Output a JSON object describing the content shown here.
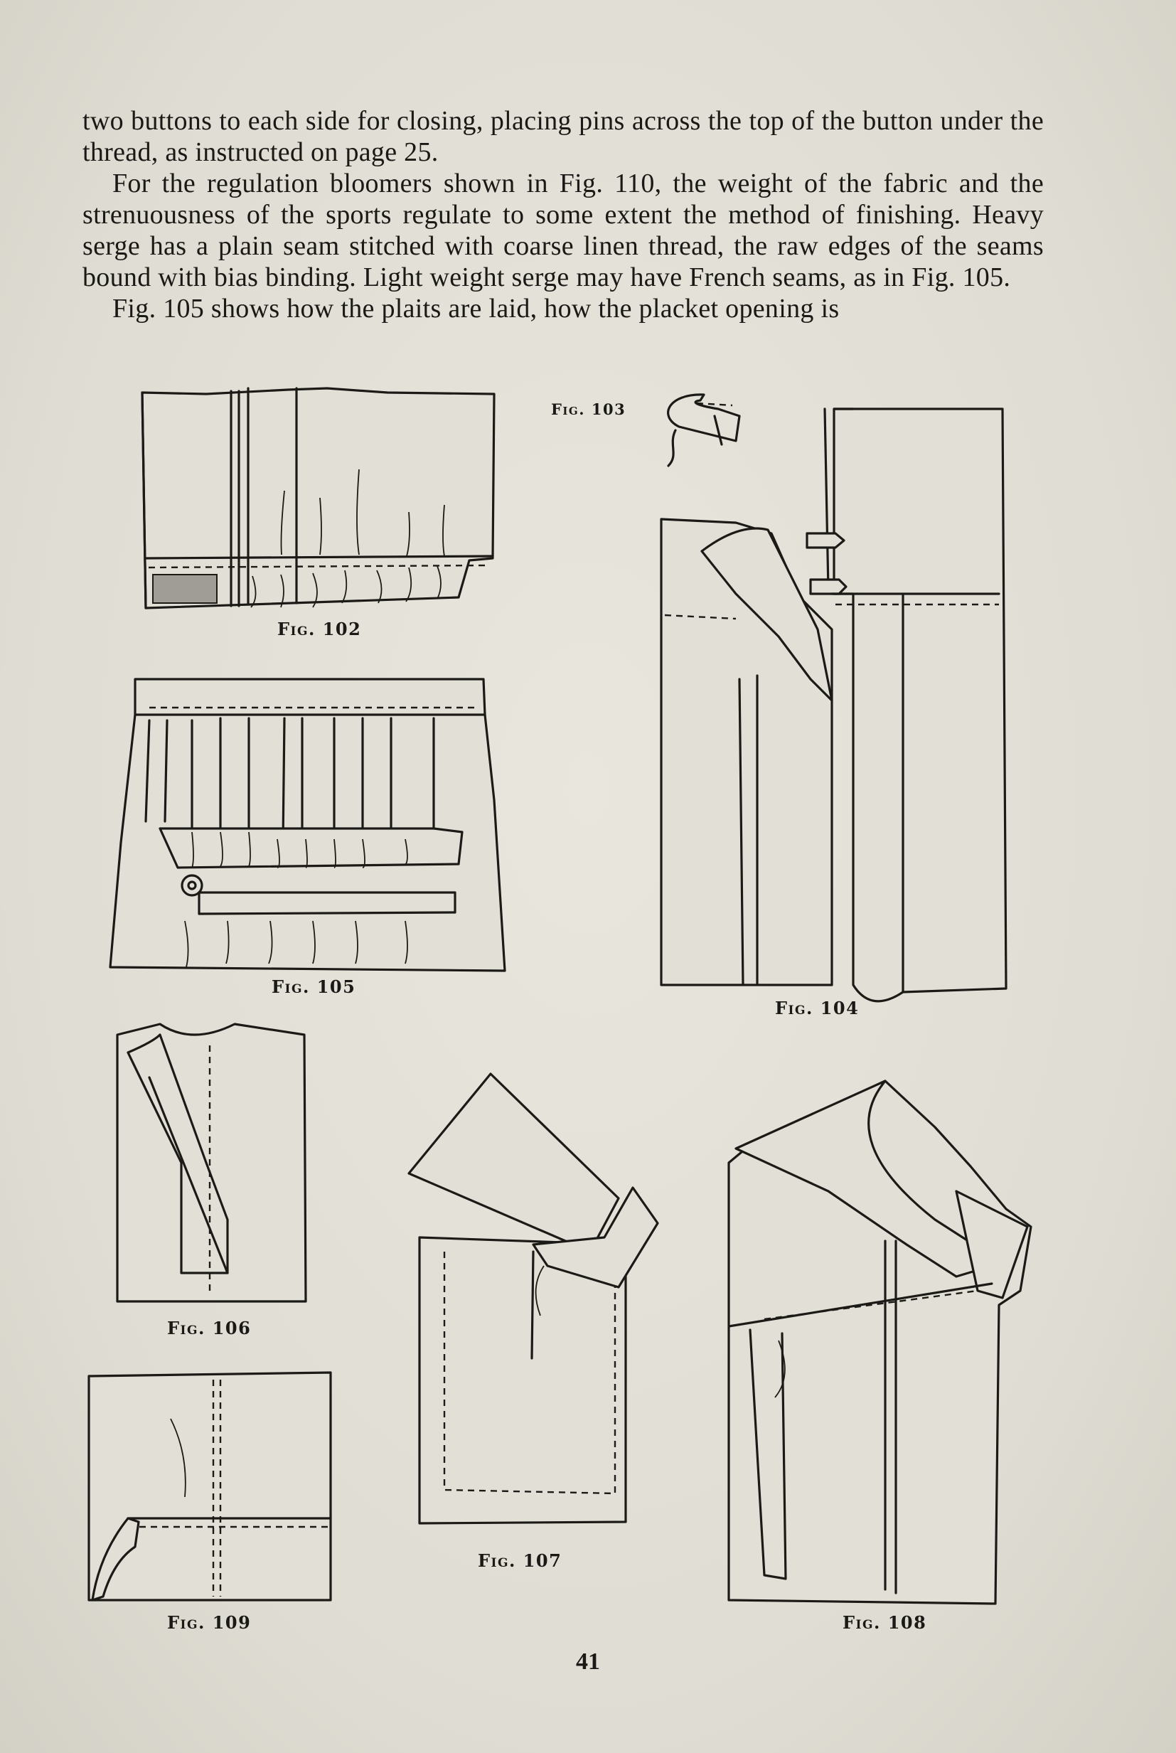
{
  "text": {
    "p1": "two buttons to each side for closing, placing pins across the top of the button under the thread, as instructed on page 25.",
    "p2": "For the regulation bloomers shown in Fig. 110, the weight of the fabric and the strenuousness of the sports regulate to some extent the method of finishing. Heavy serge has a plain seam stitched with coarse linen thread, the raw edges of the seams bound with bias binding. Light weight serge may have French seams, as in Fig. 105.",
    "p3": "Fig. 105 shows how the plaits are laid, how the placket opening is"
  },
  "figures": {
    "fig102": "Fig. 102",
    "fig103": "Fig. 103",
    "fig104": "Fig. 104",
    "fig105": "Fig. 105",
    "fig106": "Fig. 106",
    "fig107": "Fig. 107",
    "fig108": "Fig. 108",
    "fig109": "Fig. 109"
  },
  "page_number": "41"
}
